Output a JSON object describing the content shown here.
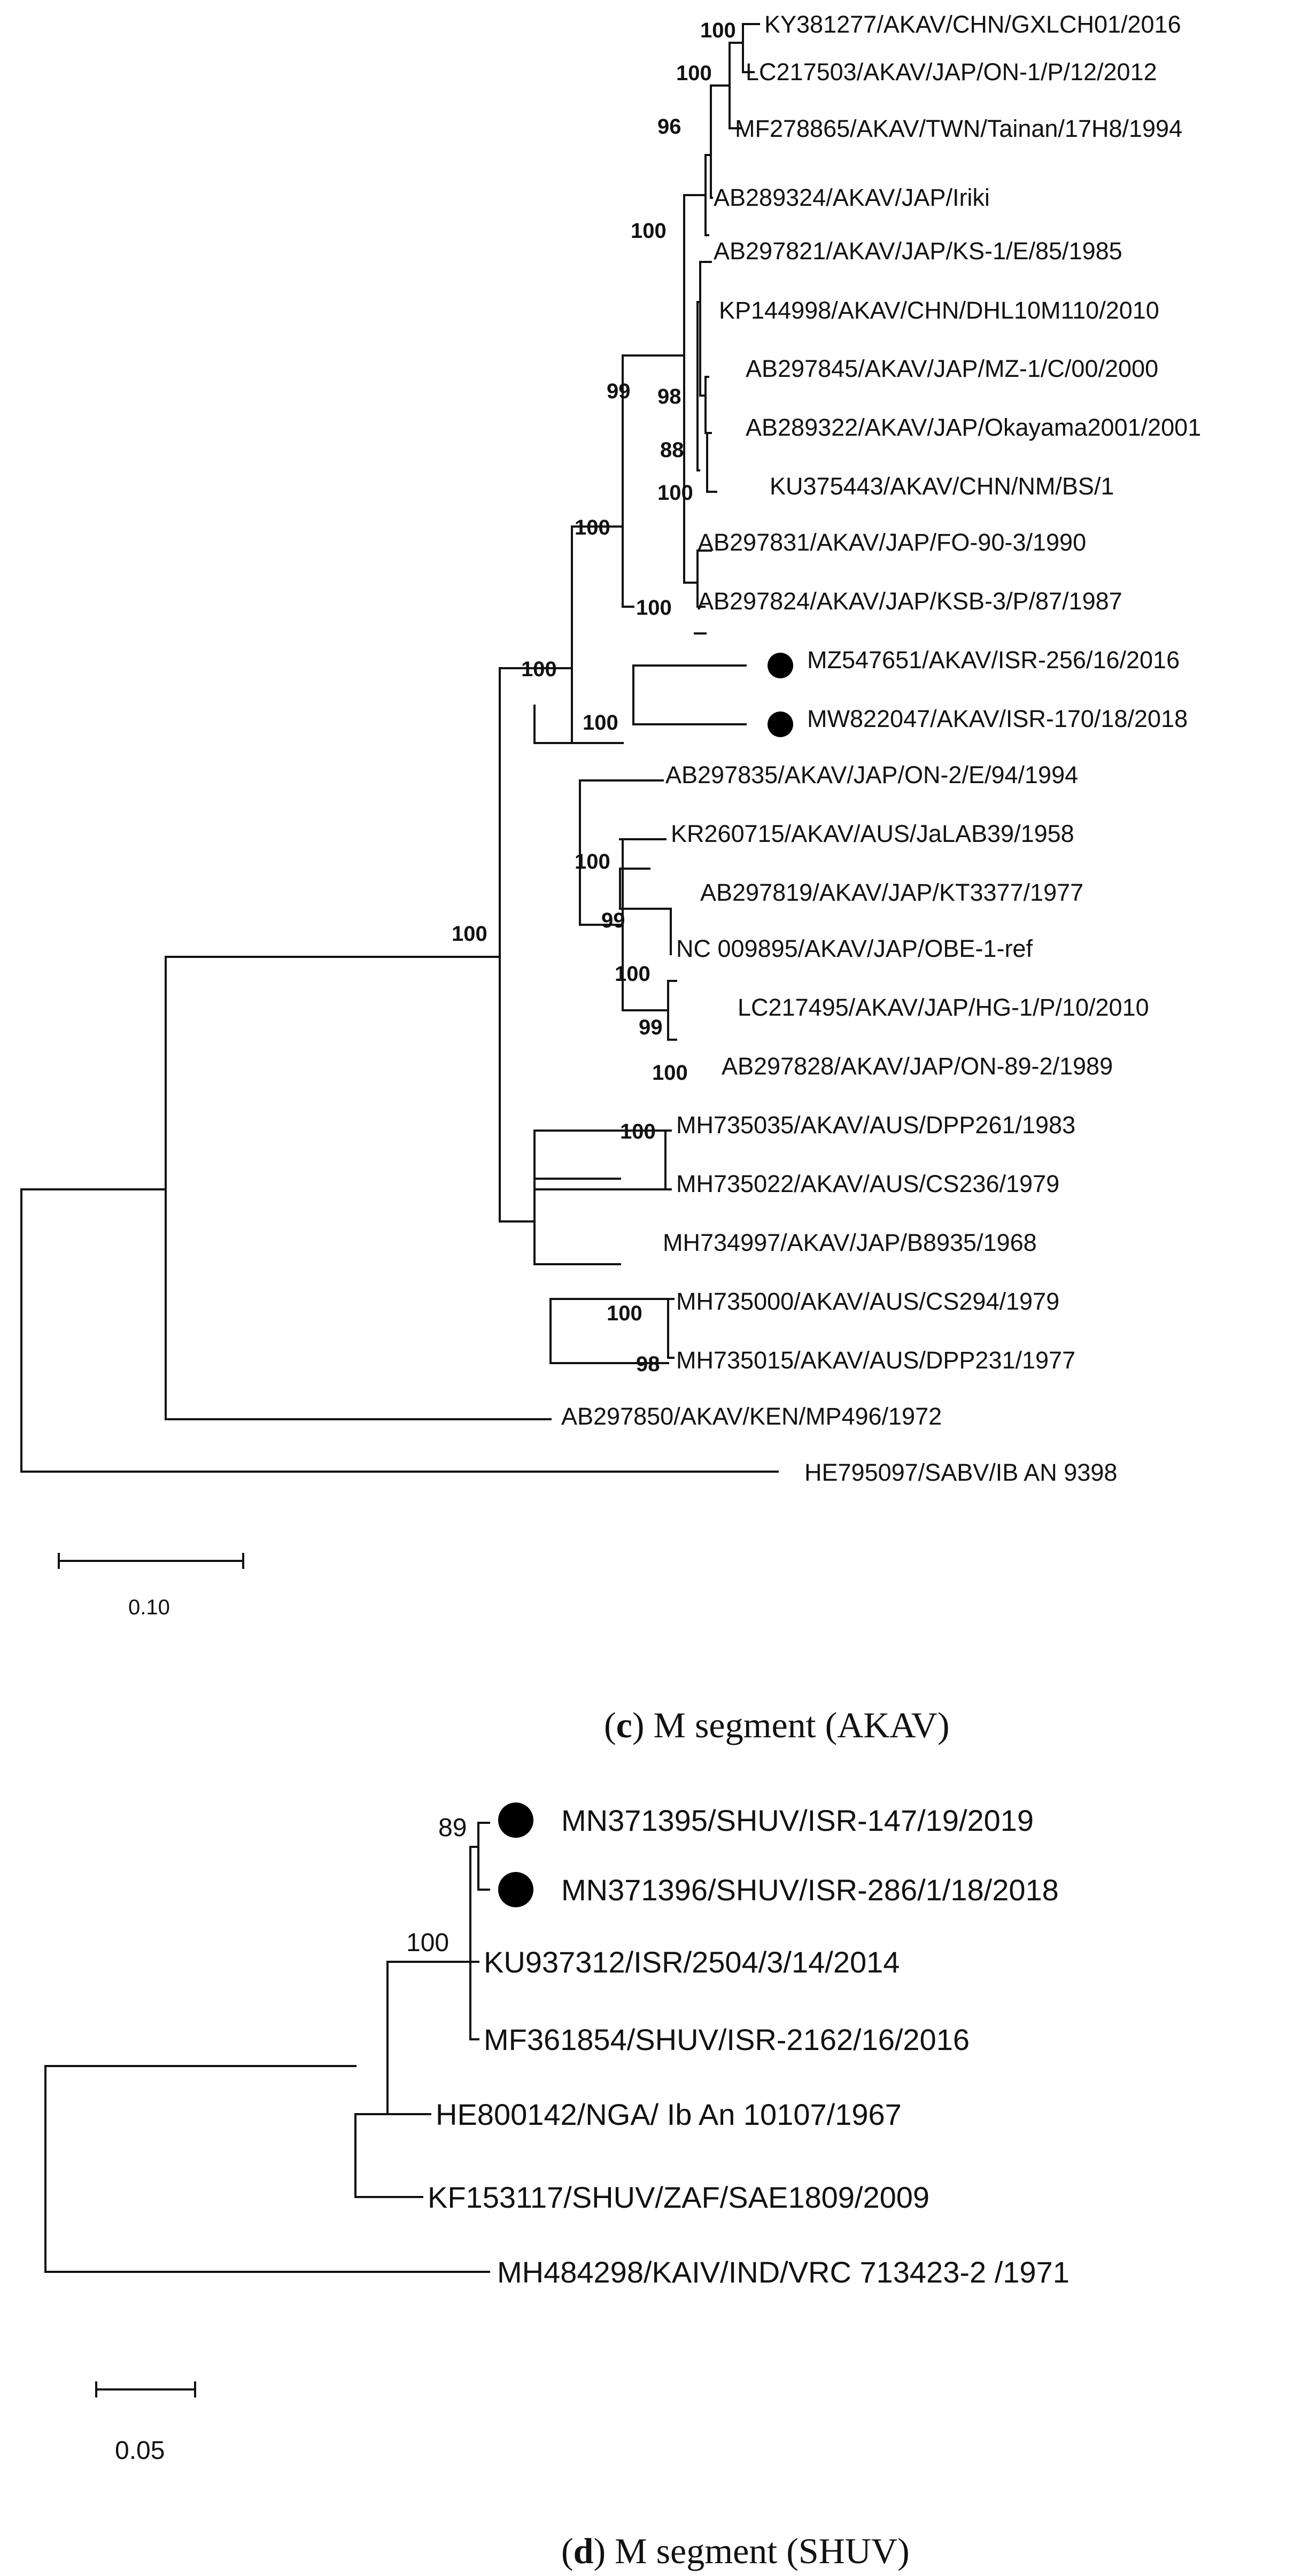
{
  "panel_c": {
    "caption_letter": "c",
    "caption_text": " M segment (AKAV)",
    "scale_label": "0.10",
    "taxa": [
      "KY381277/AKAV/CHN/GXLCH01/2016",
      "LC217503/AKAV/JAP/ON-1/P/12/2012",
      "MF278865/AKAV/TWN/Tainan/17H8/1994",
      "AB289324/AKAV/JAP/Iriki",
      "AB297821/AKAV/JAP/KS-1/E/85/1985",
      "KP144998/AKAV/CHN/DHL10M110/2010",
      "AB297845/AKAV/JAP/MZ-1/C/00/2000",
      "AB289322/AKAV/JAP/Okayama2001/2001",
      "KU375443/AKAV/CHN/NM/BS/1",
      "AB297831/AKAV/JAP/FO-90-3/1990",
      "AB297824/AKAV/JAP/KSB-3/P/87/1987",
      "MZ547651/AKAV/ISR-256/16/2016",
      "MW822047/AKAV/ISR-170/18/2018",
      "AB297835/AKAV/JAP/ON-2/E/94/1994",
      "KR260715/AKAV/AUS/JaLAB39/1958",
      "AB297819/AKAV/JAP/KT3377/1977",
      "NC 009895/AKAV/JAP/OBE-1-ref",
      "LC217495/AKAV/JAP/HG-1/P/10/2010",
      "AB297828/AKAV/JAP/ON-89-2/1989",
      "MH735035/AKAV/AUS/DPP261/1983",
      "MH735022/AKAV/AUS/CS236/1979",
      "MH734997/AKAV/JAP/B8935/1968",
      "MH735000/AKAV/AUS/CS294/1979",
      "MH735015/AKAV/AUS/DPP231/1977",
      "AB297850/AKAV/KEN/MP496/1972",
      "HE795097/SABV/IB AN 9398"
    ],
    "bootstrap": [
      "100",
      "100",
      "96",
      "100",
      "98",
      "88",
      "100",
      "99",
      "100",
      "100",
      "100",
      "100",
      "100",
      "99",
      "100",
      "99",
      "100",
      "100",
      "100",
      "98",
      "100"
    ]
  },
  "panel_d": {
    "caption_letter": "d",
    "caption_text": ") M segment (SHUV)",
    "scale_label": "0.05",
    "taxa": [
      "MN371395/SHUV/ISR-147/19/2019",
      "MN371396/SHUV/ISR-286/1/18/2018",
      "KU937312/ISR/2504/3/14/2014",
      "MF361854/SHUV/ISR-2162/16/2016",
      "HE800142/NGA/ Ib An 10107/1967",
      "KF153117/SHUV/ZAF/SAE1809/2009",
      "MH484298/KAIV/IND/VRC 713423-2 /1971"
    ],
    "bootstrap": [
      "89",
      "100"
    ]
  }
}
